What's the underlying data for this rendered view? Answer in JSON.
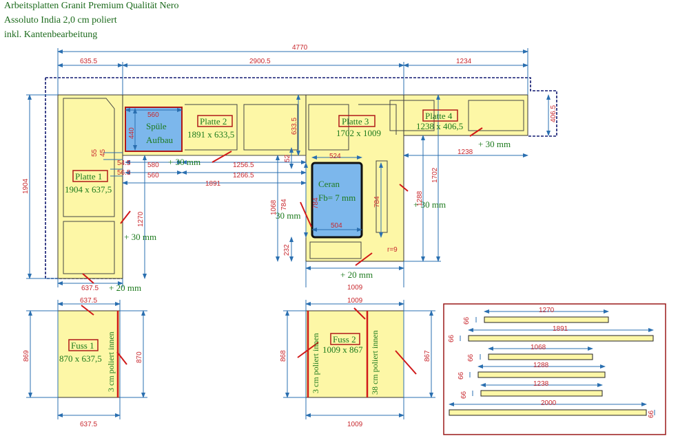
{
  "header": {
    "line1": "Arbeitsplatten Granit Premium Qualität Nero",
    "line2": "Assoluto India 2,0 cm poliert",
    "line3": "inkl. Kantenbearbeitung"
  },
  "colors": {
    "slab": "#fdf7a6",
    "cutout": "#7cb7ec",
    "dim_line": "#2a6fb0",
    "dim_text": "#c8282e",
    "label_text": "#1d7a1d",
    "label_box": "#b01818",
    "edge_mark": "#d01818",
    "panel_border": "#9a1818",
    "outline_dashed": "#101870"
  },
  "dims": {
    "total": "4770",
    "left": "635.5",
    "mid": "2900.5",
    "right": "1234",
    "h1904": "1904",
    "h406": "406.5",
    "w1238": "1238",
    "w580": "580",
    "w560a": "560",
    "w1256": "1256.5",
    "w1266": "1266.5",
    "w1891": "1891",
    "w524": "524",
    "w504": "504",
    "h784a": "784",
    "h784b": "784",
    "h784c": "784",
    "h1068": "1068",
    "h232": "232",
    "h1270": "1270",
    "h1288": "1288",
    "h1702": "1702",
    "h633": "633.5",
    "h440": "440",
    "h52": "52",
    "r9": "r=9",
    "b637a": "637.5",
    "b1009a": "1009",
    "sink_w": "560",
    "s55": "55",
    "s45": "45",
    "s545": "54.5",
    "s565": "56.5",
    "f637t": "637.5",
    "f637b": "637.5",
    "f869": "869",
    "f870": "870",
    "f1009t": "1009",
    "f1009b": "1009",
    "f868": "868",
    "f867": "867"
  },
  "labels": {
    "platte1": "Platte 1",
    "platte1_size": "1904 x 637,5",
    "platte2": "Platte 2",
    "platte2_size": "1891 x 633,5",
    "platte3": "Platte 3",
    "platte3_size": "1702 x 1009",
    "platte4": "Platte 4",
    "platte4_size": "1238 x 406,5",
    "spuele1": "Spüle",
    "spuele2": "Aufbau",
    "ceran1": "Ceran",
    "ceran2": "Fb= 7 mm",
    "plus30a": "+ 30 mm",
    "plus30b": "+ 30 mm",
    "plus30c": "+ 30 mm",
    "plus30d": "30 mm",
    "plus30e": "+ 30 mm",
    "plus20a": "+ 20 mm",
    "plus20b": "+ 20  mm",
    "fuss1": "Fuss 1",
    "fuss1_size": "870 x 637,5",
    "fuss2": "Fuss 2",
    "fuss2_size": "1009 x 867",
    "fuss1_edge": "3 cm poliert innen",
    "fuss2_edge_l": "3 cm poliert innen",
    "fuss2_edge_r": "38 cm poliert innen"
  },
  "strips": [
    {
      "length": "1270",
      "thick": "66"
    },
    {
      "length": "1891",
      "thick": "66"
    },
    {
      "length": "1068",
      "thick": "66"
    },
    {
      "length": "1288",
      "thick": "66"
    },
    {
      "length": "1238",
      "thick": "66"
    },
    {
      "length": "2000",
      "thick": "66"
    }
  ]
}
